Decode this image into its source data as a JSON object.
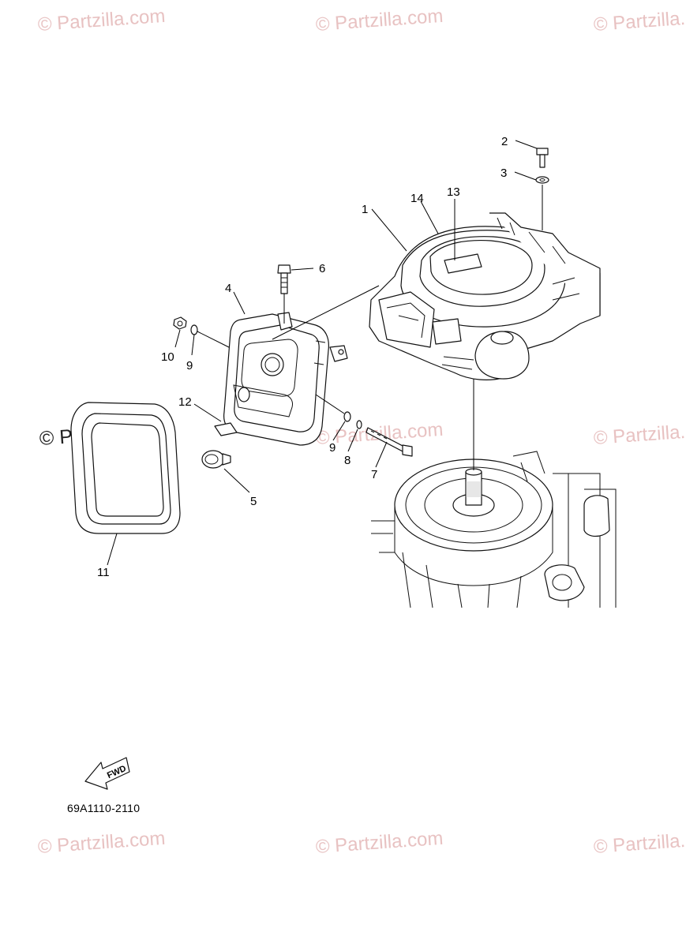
{
  "watermarks": [
    "© Partzilla.com",
    "© Partzilla.com",
    "© Partzilla.com",
    "© Partzilla.com",
    "© Partzilla.com",
    "© Partzilla.com",
    "© Partzilla.com",
    "© Partzilla.com",
    "© Partzilla.com"
  ],
  "callouts": {
    "c1": "1",
    "c2": "2",
    "c3": "3",
    "c4": "4",
    "c5": "5",
    "c6": "6",
    "c7": "7",
    "c8": "8",
    "c9a": "9",
    "c9b": "9",
    "c10": "10",
    "c11": "11",
    "c12": "12",
    "c13": "13",
    "c14": "14"
  },
  "fwd_label": "FWD",
  "diagram_code": "69A1110-2110"
}
